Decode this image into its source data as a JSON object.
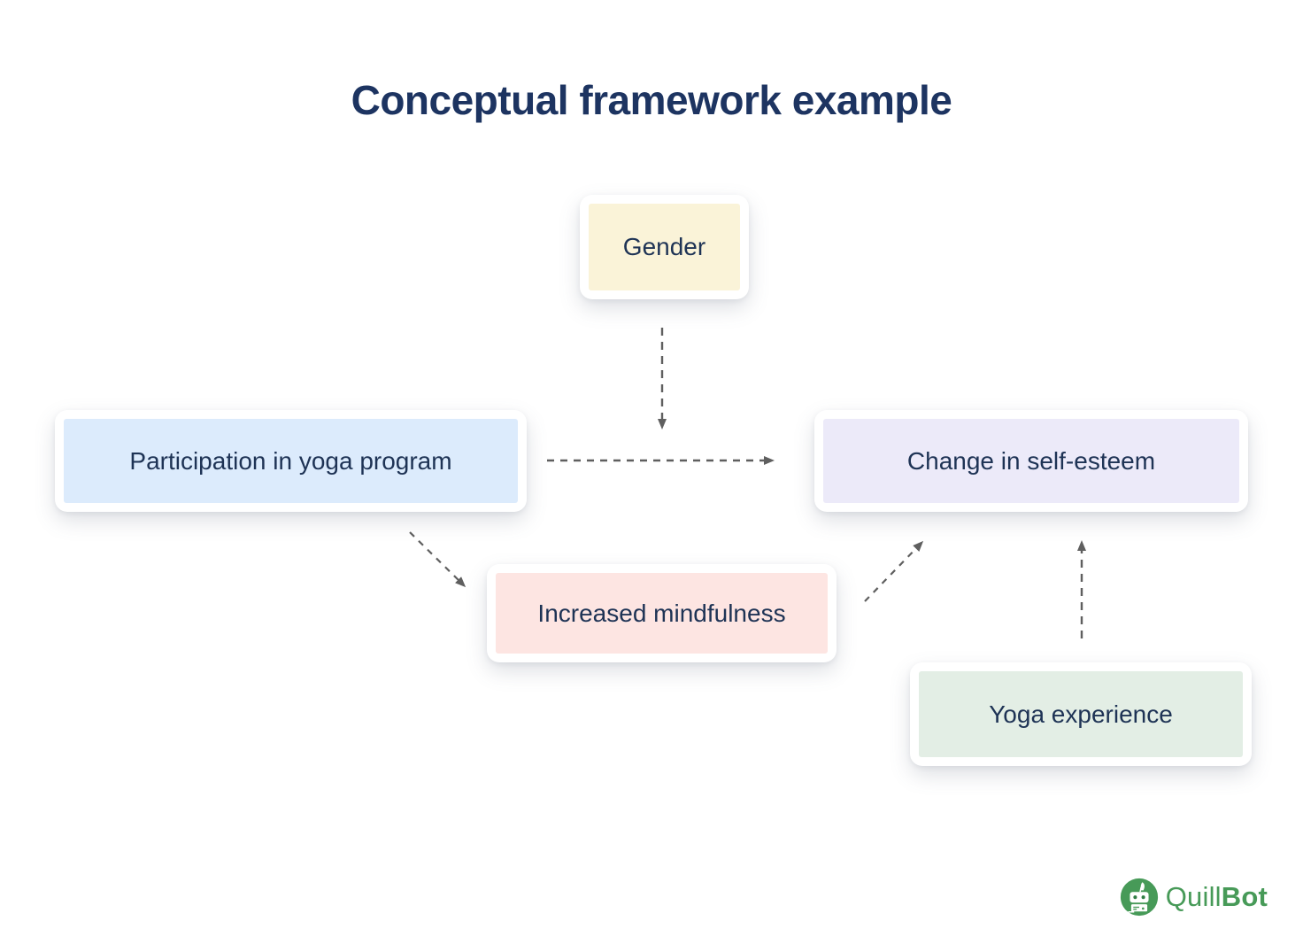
{
  "title": "Conceptual framework example",
  "boxes": {
    "gender": {
      "label": "Gender",
      "fill": "#faf3d8"
    },
    "participation": {
      "label": "Participation in yoga program",
      "fill": "#dcebfc"
    },
    "self_esteem": {
      "label": "Change in self-esteem",
      "fill": "#eceaf9"
    },
    "mindfulness": {
      "label": "Increased mindfulness",
      "fill": "#fde5e2"
    },
    "yoga": {
      "label": "Yoga experience",
      "fill": "#e3eee5"
    }
  },
  "connections": [
    {
      "from": "Gender",
      "to": "Participation in yoga program → Change in self-esteem relationship",
      "style": "dashed-arrow"
    },
    {
      "from": "Participation in yoga program",
      "to": "Change in self-esteem",
      "style": "dashed-arrow"
    },
    {
      "from": "Participation in yoga program",
      "to": "Increased mindfulness",
      "style": "dashed-arrow"
    },
    {
      "from": "Increased mindfulness",
      "to": "Change in self-esteem",
      "style": "dashed-arrow"
    },
    {
      "from": "Yoga experience",
      "to": "Change in self-esteem",
      "style": "dashed-arrow"
    }
  ],
  "colors": {
    "title_text": "#1d3461",
    "box_text": "#1e3355",
    "arrow": "#5f5f5f",
    "brand_green": "#479a58",
    "background": "#ffffff"
  },
  "logo": {
    "brand_first": "Quill",
    "brand_second": "Bot"
  }
}
